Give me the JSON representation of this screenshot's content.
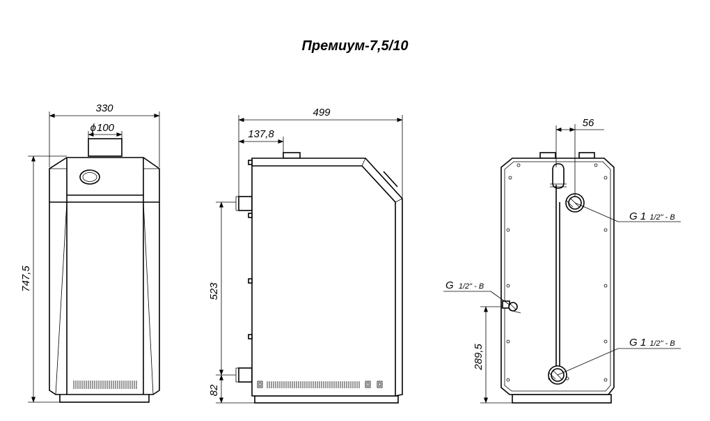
{
  "title": "Премиум-7,5/10",
  "front_view": {
    "width": "330",
    "flue_diameter": "100",
    "diameter_symbol": "ϕ",
    "height": "747,5"
  },
  "side_view": {
    "depth": "499",
    "flue_offset": "137,8",
    "pipe_spacing": "523",
    "bottom_pipe_height": "82"
  },
  "rear_view": {
    "pipe_offset": "56",
    "top_connection": "G 1 1/2\" - B",
    "top_connection_main": "G 1",
    "top_connection_sub": "1/2\" - B",
    "side_connection_main": "G",
    "side_connection_sub": "1/2\" - B",
    "bottom_connection_main": "G 1",
    "bottom_connection_sub": "1/2\" - B",
    "side_connection_height": "289,5"
  }
}
